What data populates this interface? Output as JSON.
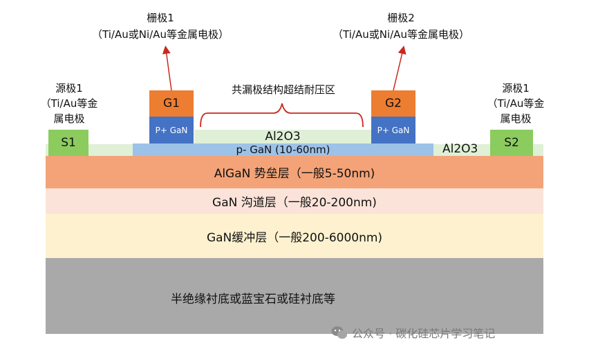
{
  "layers": {
    "substrate": "半绝缘衬底或蓝宝石或硅衬底等",
    "buffer": "GaN缓冲层（一般200-6000nm)",
    "channel": "GaN 沟道层（一般20-200nm)",
    "barrier": "AlGaN 势垒层（一般5-50nm)",
    "pgan": "p- GaN (10-60nm)",
    "al2o3_center": "Al2O3",
    "al2o3_right": "Al2O3"
  },
  "electrodes": {
    "s1": "S1",
    "s2": "S2",
    "g1": "G1",
    "g2": "G2",
    "pgan_left": "P+ GaN",
    "pgan_right": "P+ GaN"
  },
  "annotations": {
    "gate1_title": "栅极1",
    "gate1_sub": "（Ti/Au或Ni/Au等金属电极）",
    "gate2_title": "栅极2",
    "gate2_sub": "（Ti/Au或Ni/Au等金属电极）",
    "source1_l1": "源极1",
    "source1_l2": "（Ti/Au等金",
    "source1_l3": "属电极",
    "source2_l1": "源极1",
    "source2_l2": "（Ti/Au等金",
    "source2_l3": "属电极",
    "brace_label": "共漏极结构超结耐压区"
  },
  "watermark": "公众号 · 碳化硅芯片学习笔记",
  "colors": {
    "substrate": "#a9a9a9",
    "buffer": "#fdf1cf",
    "channel": "#fbe3d9",
    "barrier": "#f3a377",
    "pgan": "#9dc2e8",
    "al2o3": "#dff0d6",
    "metal_green": "#8ccb5e",
    "gate_orange": "#ed7d31",
    "pplus_blue": "#4472c4",
    "arrow_red": "#c8281e"
  },
  "icons": [
    "wechat-icon"
  ]
}
